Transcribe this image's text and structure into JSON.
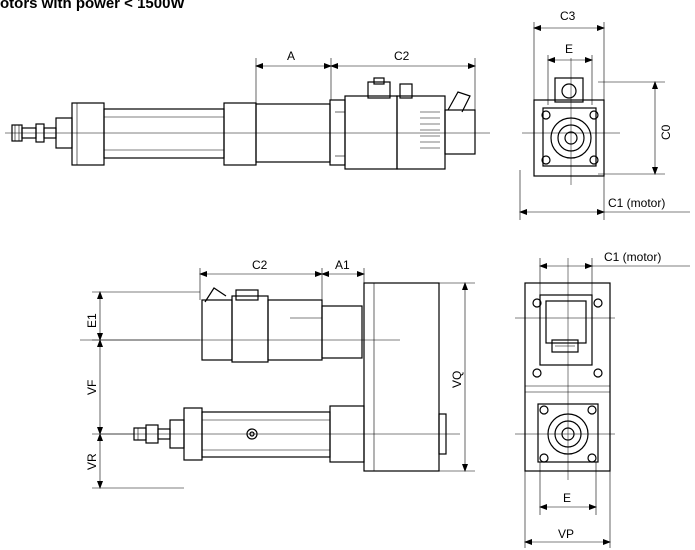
{
  "title": "otors with power < 1500W",
  "labels": {
    "A": "A",
    "C2_top": "C2",
    "C3": "C3",
    "E_top": "E",
    "C0": "C0",
    "C1_motor_top": "C1 (motor)",
    "C2_bottom": "C2",
    "A1": "A1",
    "C1_motor_bottom": "C1 (motor)",
    "E1": "E1",
    "VF": "VF",
    "VR": "VR",
    "VQ": "VQ",
    "E_bottom": "E",
    "VP": "VP"
  }
}
